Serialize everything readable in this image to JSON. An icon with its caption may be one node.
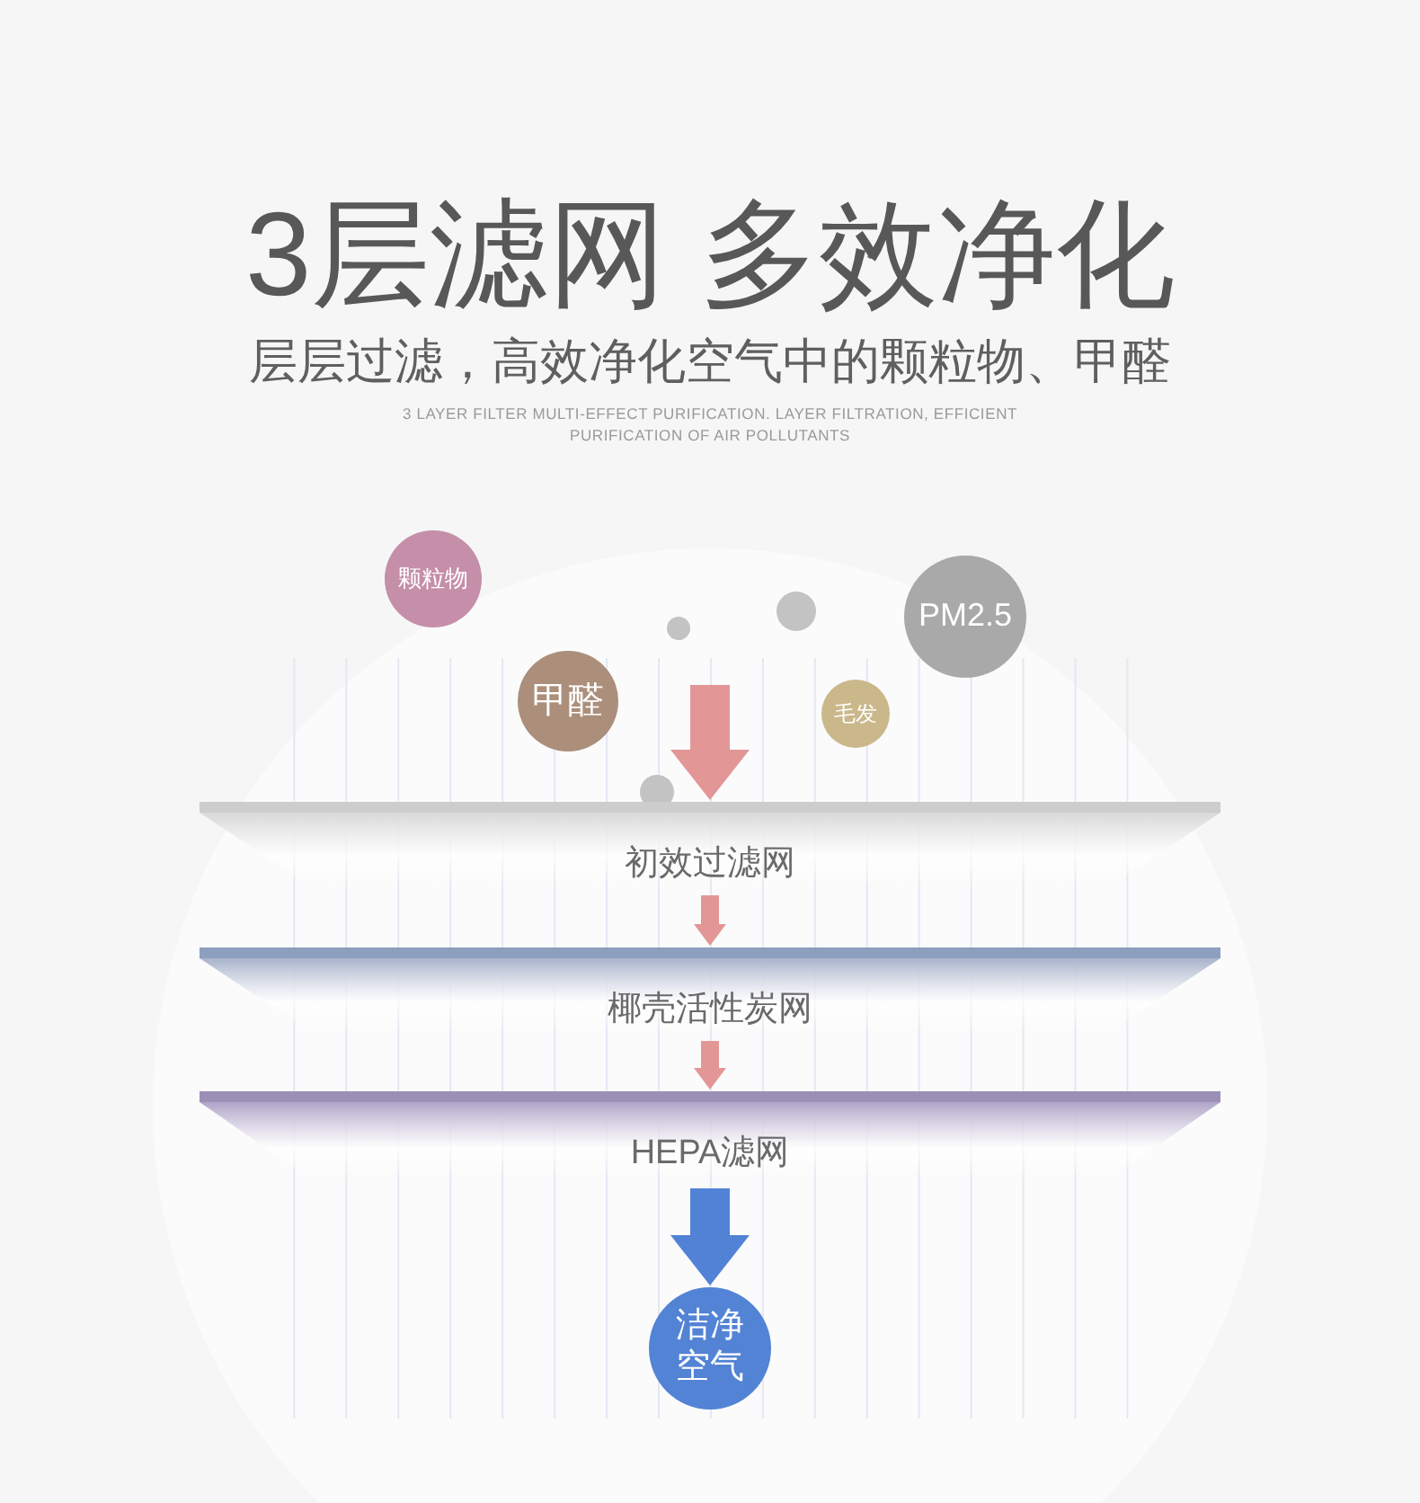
{
  "diagram": {
    "title": "3层滤网 多效净化",
    "nodes": [
      {
        "text": [
          "颗粒物"
        ]
      },
      {
        "text": [],
        "shape": "circle"
      },
      {
        "text": [
          "PM2.5"
        ]
      },
      {
        "text": [],
        "shape": "circle"
      },
      {
        "text": [
          "甲醛"
        ]
      },
      {
        "text": [
          "毛发"
        ]
      },
      {
        "text": [],
        "shape": "circle"
      },
      {
        "text": [
          "初效过滤网"
        ]
      },
      {
        "text": [
          "椰壳活性炭网"
        ]
      },
      {
        "text": [
          "HEPA滤网"
        ]
      },
      {
        "text": [
          "洁净空气"
        ]
      }
    ],
    "edges": [
      {
        "from": null,
        "to": 7,
        "arrow": "to",
        "style": "thick"
      },
      {
        "from": 7,
        "to": 8,
        "arrow": "to"
      },
      {
        "from": 8,
        "to": 9,
        "arrow": "to"
      },
      {
        "from": 9,
        "to": 10,
        "arrow": "to",
        "style": "thick",
        "color": "#5282d5"
      }
    ],
    "labels": [
      "层层过滤，高效净化空气中的颗粒物、甲醛",
      "3 LAYER FILTER MULTI-EFFECT PURIFICATION. LAYER FILTRATION, EFFICIENT PURIFICATION OF AIR POLLUTANTS"
    ]
  }
}
